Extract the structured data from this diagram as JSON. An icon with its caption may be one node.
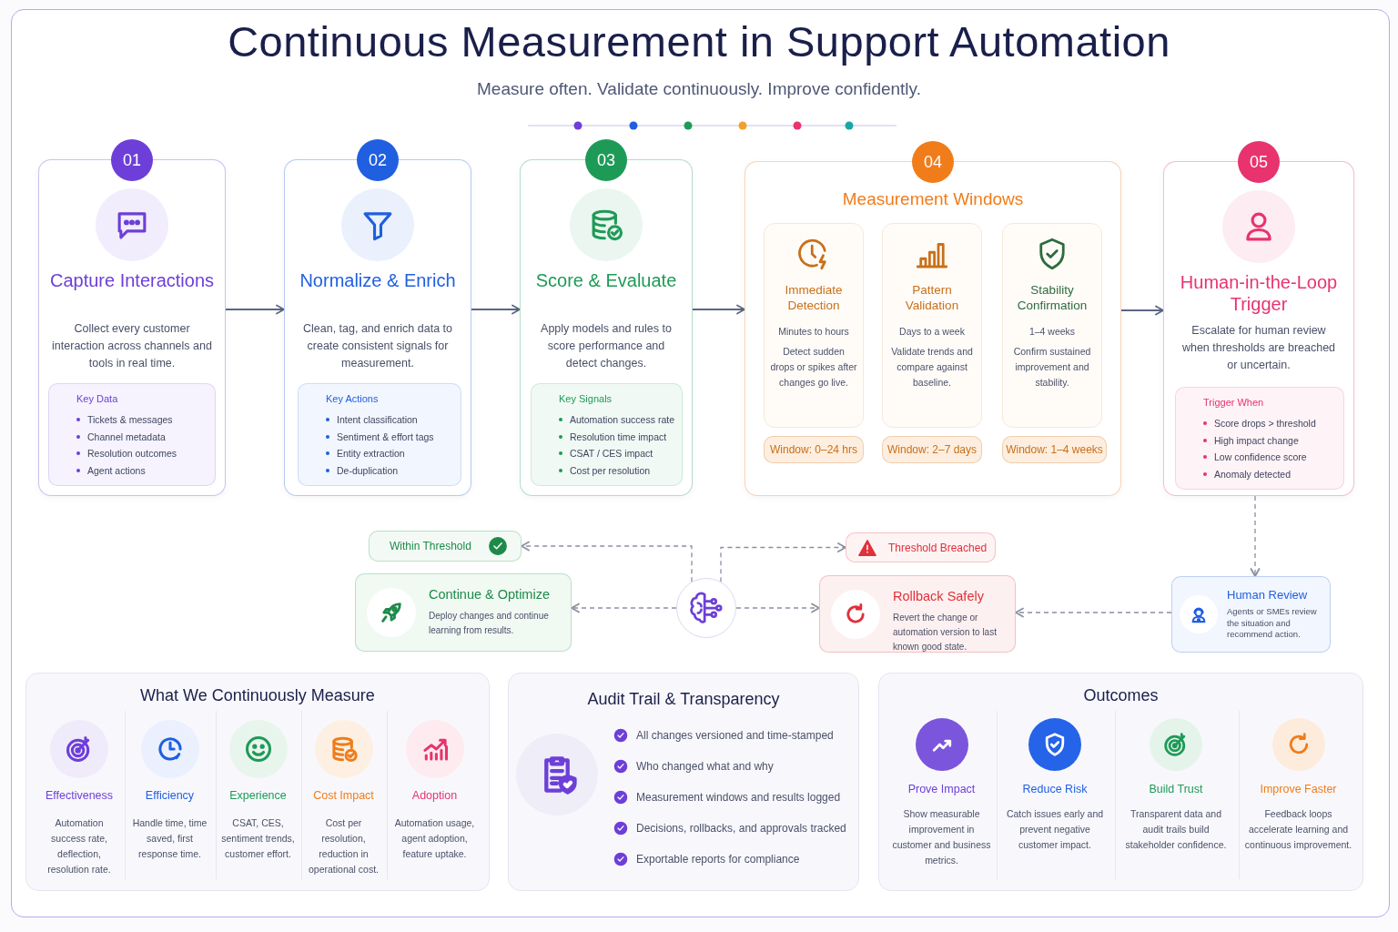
{
  "diagram": {
    "title": "Continuous Measurement in Support Automation",
    "nodes": [
      {
        "text": [
          "01",
          "Capture Interactions",
          "Collect every customer interaction across channels and tools in real time."
        ]
      },
      {
        "text": [
          "Key Data",
          "Tickets & messages",
          "Channel metadata",
          "Resolution outcomes",
          "Agent actions"
        ],
        "in": 0
      },
      {
        "text": [
          "02",
          "Normalize & Enrich",
          "Clean, tag, and enrich data to create consistent signals for measurement."
        ]
      },
      {
        "text": [
          "Key Actions",
          "Intent classification",
          "Sentiment & effort tags",
          "Entity extraction",
          "De-duplication"
        ],
        "in": 2
      },
      {
        "text": [
          "03",
          "Score & Evaluate",
          "Apply models and rules to score performance and detect changes."
        ]
      },
      {
        "text": [
          "Key Signals",
          "Automation success rate",
          "Resolution time impact",
          "CSAT / CES impact",
          "Cost per resolution"
        ],
        "in": 4
      },
      {
        "text": [
          "04",
          "Measurement Windows"
        ]
      },
      {
        "text": [
          "Immediate Detection",
          "Minutes to hours",
          "Detect sudden drops or spikes after changes go live."
        ],
        "in": 6
      },
      {
        "text": [
          "Window: 0–24 hrs"
        ],
        "in": 6
      },
      {
        "text": [
          "Pattern Validation",
          "Days to a week",
          "Validate trends and compare against baseline."
        ],
        "in": 6
      },
      {
        "text": [
          "Window: 2–7 days"
        ],
        "in": 6
      },
      {
        "text": [
          "Stability Confirmation",
          "1–4 weeks",
          "Confirm sustained improvement and stability."
        ],
        "in": 6
      },
      {
        "text": [
          "Window: 1–4 weeks"
        ],
        "in": 6
      },
      {
        "text": [
          "05",
          "Human-in-the-Loop Trigger",
          "Escalate for human review when thresholds are breached or uncertain."
        ]
      },
      {
        "text": [
          "Trigger When",
          "Score drops > threshold",
          "High impact change",
          "Low confidence score",
          "Anomaly detected"
        ],
        "in": 13
      },
      {
        "text": [
          "Within Threshold"
        ]
      },
      {
        "text": [
          "Threshold Breached"
        ]
      },
      {
        "text": [
          "Continue & Optimize",
          "Deploy changes and continue learning from results."
        ]
      },
      {
        "text": [],
        "shape": "circle"
      },
      {
        "text": [
          "Rollback Safely",
          "Revert the change or automation version to last known good state."
        ]
      },
      {
        "text": [
          "Human Review",
          "Agents or SMEs review the situation and recommend action."
        ]
      },
      {
        "text": [
          "What We Continuously Measure"
        ]
      },
      {
        "text": [
          "Effectiveness",
          "Automation success rate, deflection, resolution rate."
        ],
        "in": 21
      },
      {
        "text": [
          "Efficiency",
          "Handle time, time saved, first response time."
        ],
        "in": 21
      },
      {
        "text": [
          "Experience",
          "CSAT, CES, sentiment trends, customer effort."
        ],
        "in": 21
      },
      {
        "text": [
          "Cost Impact",
          "Cost per resolution, reduction in operational cost."
        ],
        "in": 21
      },
      {
        "text": [
          "Adoption",
          "Automation usage, agent adoption, feature uptake."
        ],
        "in": 21
      },
      {
        "text": [
          "Audit Trail & Transparency",
          "All changes versioned and time-stamped",
          "Who changed what and why",
          "Measurement windows and results logged",
          "Decisions, rollbacks, and approvals tracked",
          "Exportable reports for compliance"
        ]
      },
      {
        "text": [
          "Outcomes"
        ]
      },
      {
        "text": [
          "Prove Impact",
          "Show measurable improvement in customer and business metrics."
        ],
        "in": 28
      },
      {
        "text": [
          "Reduce Risk",
          "Catch issues early and prevent negative customer impact."
        ],
        "in": 28
      },
      {
        "text": [
          "Build Trust",
          "Transparent data and audit trails build stakeholder confidence."
        ],
        "in": 28
      },
      {
        "text": [
          "Improve Faster",
          "Feedback loops accelerate learning and continuous improvement."
        ],
        "in": 28
      }
    ],
    "edges": [
      {
        "from": 0,
        "to": 2,
        "arrow": "to"
      },
      {
        "from": 2,
        "to": 4,
        "arrow": "to"
      },
      {
        "from": 4,
        "to": 6,
        "arrow": "to"
      },
      {
        "from": 6,
        "to": 13,
        "arrow": "to"
      },
      {
        "from": 13,
        "to": 20,
        "arrow": "to",
        "style": "dashed"
      },
      {
        "from": 20,
        "to": 19,
        "arrow": "to",
        "style": "dashed"
      },
      {
        "from": 18,
        "to": 15,
        "arrow": "to",
        "style": "dashed"
      },
      {
        "from": 18,
        "to": 16,
        "arrow": "to",
        "style": "dashed"
      },
      {
        "from": 18,
        "to": 17,
        "arrow": "to",
        "style": "dashed"
      },
      {
        "from": 18,
        "to": 19,
        "arrow": "to",
        "style": "dashed"
      }
    ],
    "labels": [
      "Measure often. Validate continuously. Improve confidently."
    ]
  }
}
